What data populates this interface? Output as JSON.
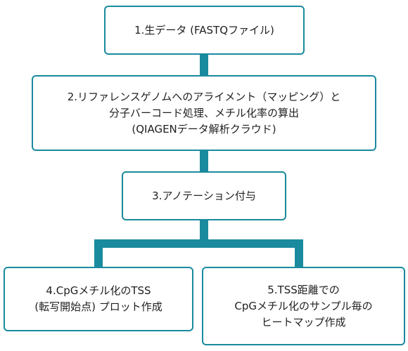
{
  "diagram": {
    "accent_color": "#1a8a9e",
    "nodes": [
      {
        "id": "n1",
        "lines": [
          "1.生データ (FASTQファイル)"
        ]
      },
      {
        "id": "n2",
        "lines": [
          "2.リファレンスゲノムへのアライメント（マッピング）と",
          "分子バーコード処理、メチル化率の算出",
          "(QIAGENデータ解析クラウド)"
        ]
      },
      {
        "id": "n3",
        "lines": [
          "3.アノテーション付与"
        ]
      },
      {
        "id": "n4",
        "lines": [
          "4.CpGメチル化のTSS",
          "(転写開始点) プロット作成"
        ]
      },
      {
        "id": "n5",
        "lines": [
          "5.TSS距離での",
          "CpGメチル化のサンプル毎の",
          "ヒートマップ作成"
        ]
      }
    ]
  }
}
